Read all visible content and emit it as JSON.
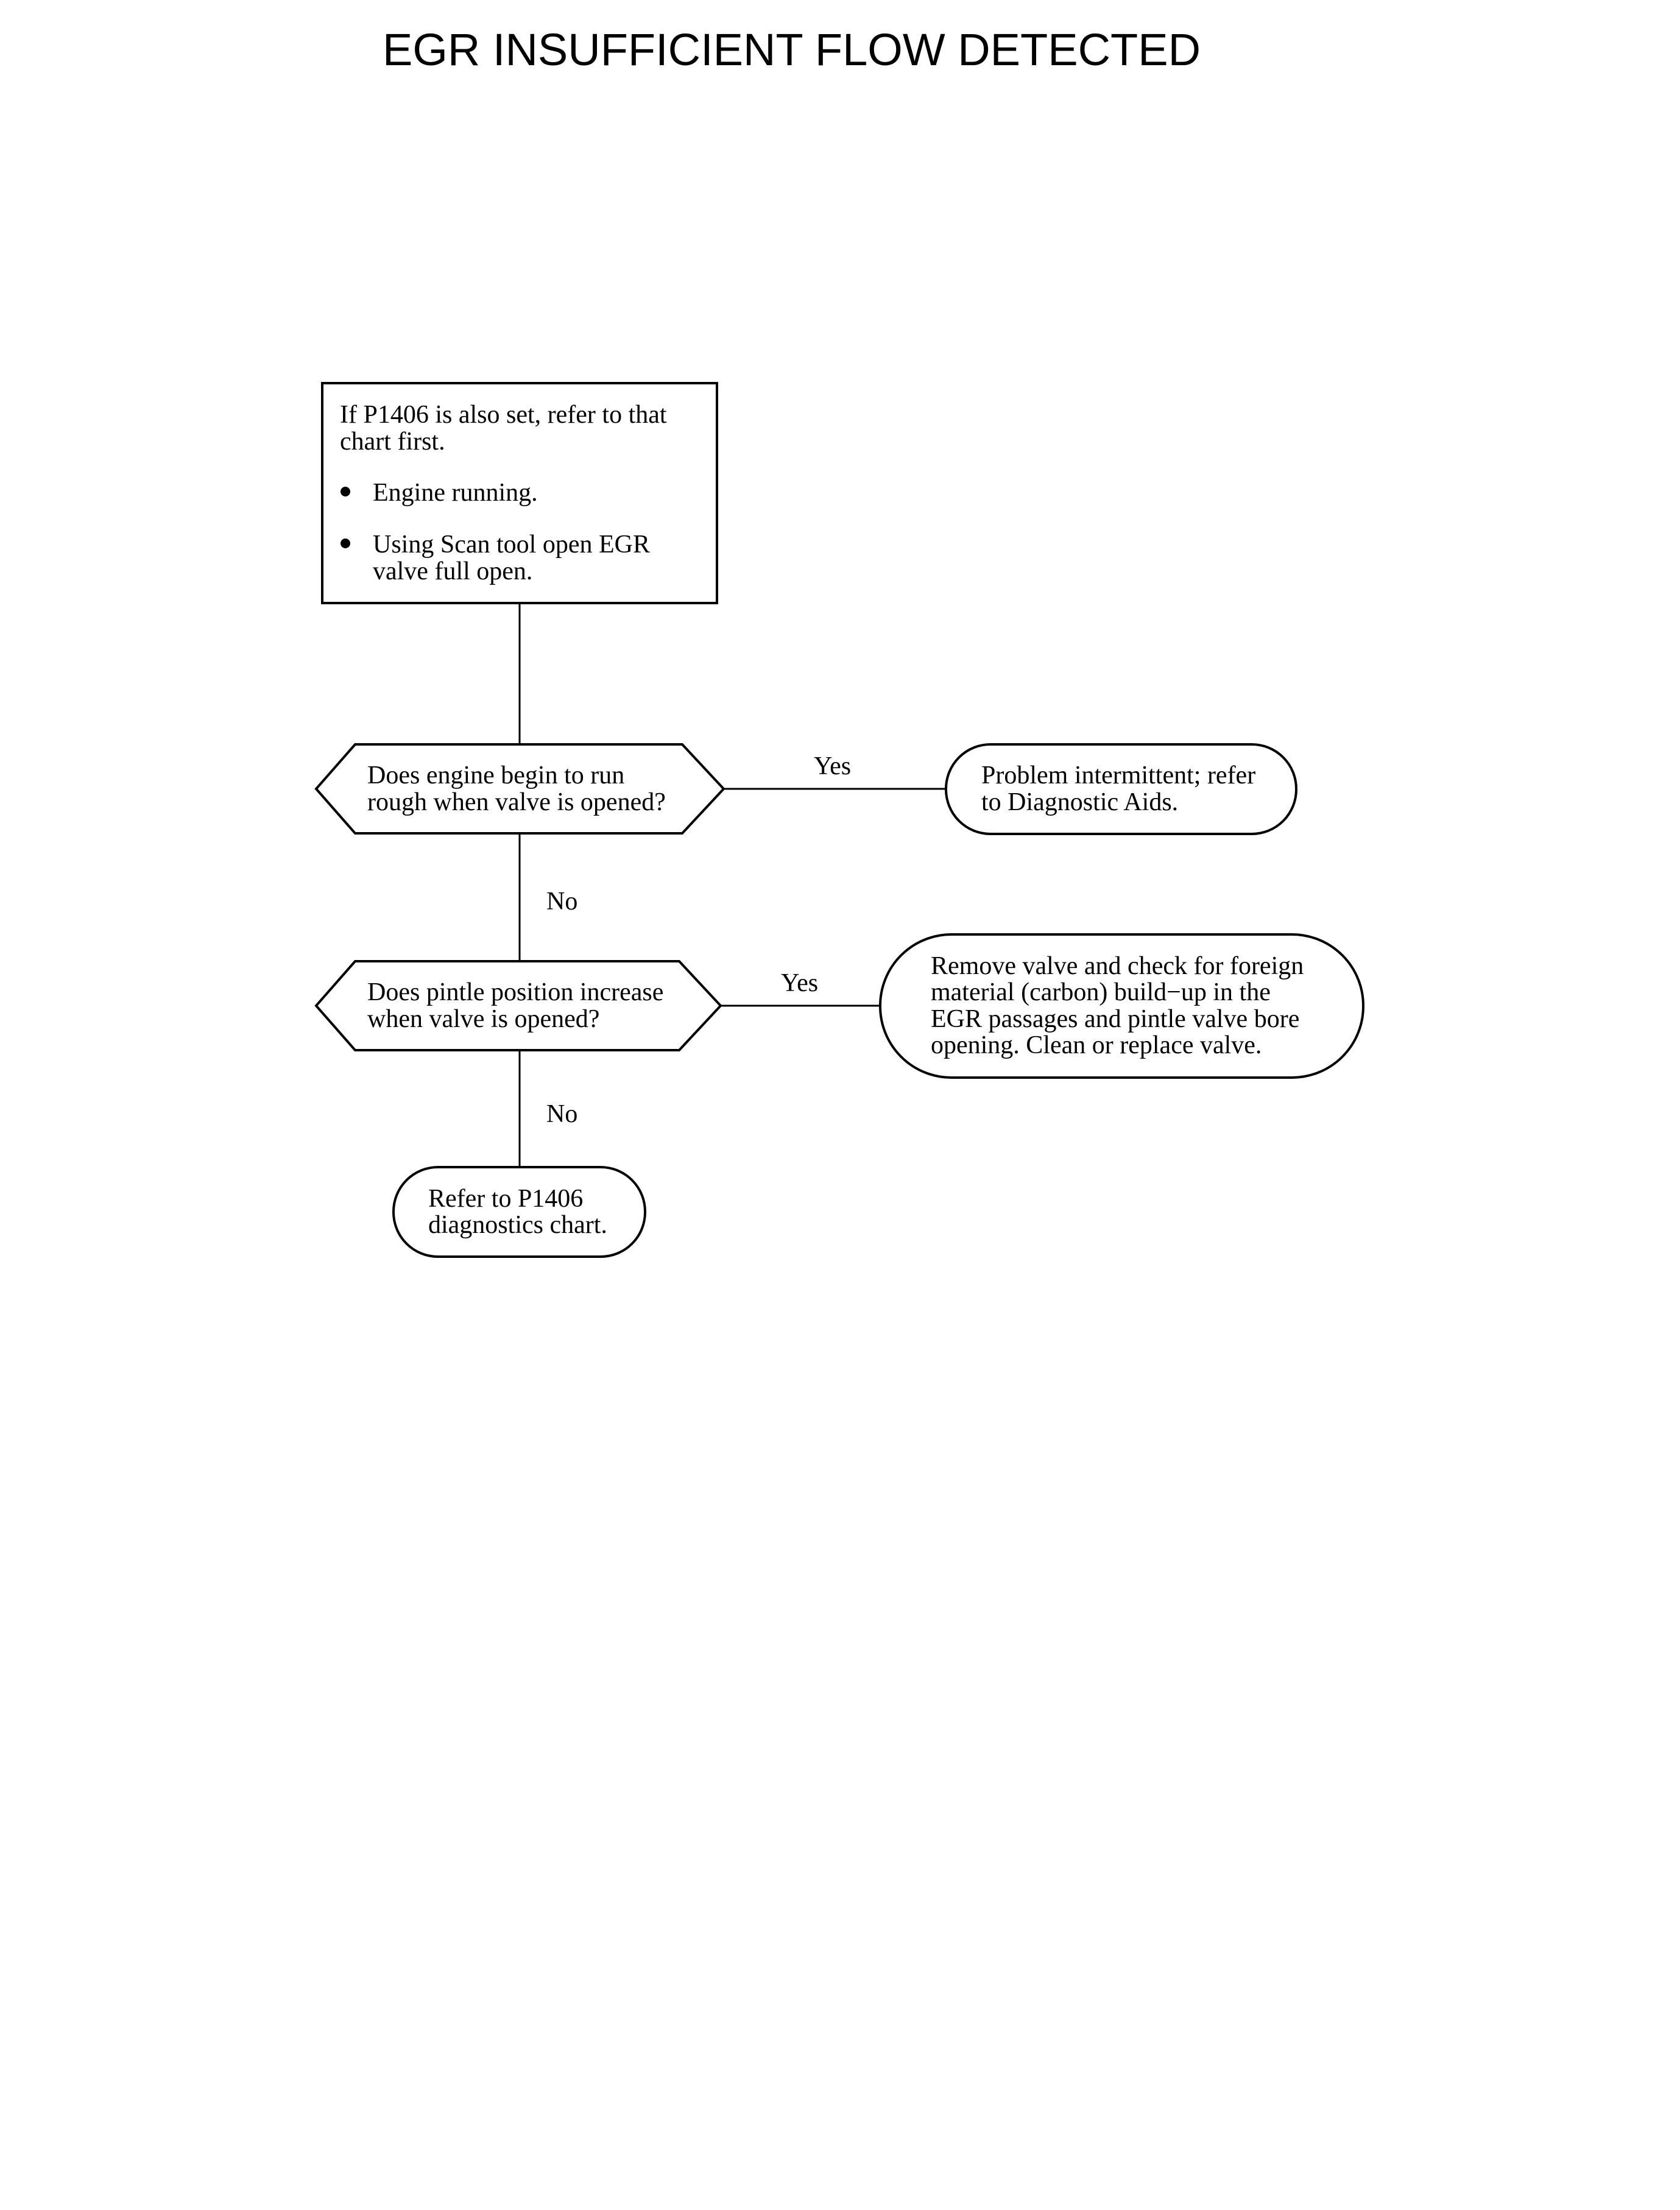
{
  "title": "EGR INSUFFICIENT FLOW DETECTED",
  "start_box": {
    "intro_line1": "If P1406 is also set, refer to that",
    "intro_line2": "chart first.",
    "bullet1": "Engine running.",
    "bullet2_line1": "Using Scan tool open EGR",
    "bullet2_line2": "valve full open."
  },
  "decision1": {
    "line1": "Does engine begin to run",
    "line2": "rough when valve is opened?",
    "yes_label": "Yes",
    "no_label": "No"
  },
  "result1": {
    "line1": "Problem intermittent; refer",
    "line2": "to Diagnostic Aids."
  },
  "decision2": {
    "line1": "Does pintle position increase",
    "line2": "when valve is opened?",
    "yes_label": "Yes",
    "no_label": "No"
  },
  "result2": {
    "line1": "Remove valve and check for foreign",
    "line2": "material (carbon) build−up in the",
    "line3": "EGR passages and pintle valve bore",
    "line4": "opening. Clean or replace valve."
  },
  "result3": {
    "line1": "Refer to P1406",
    "line2": "diagnostics chart."
  }
}
